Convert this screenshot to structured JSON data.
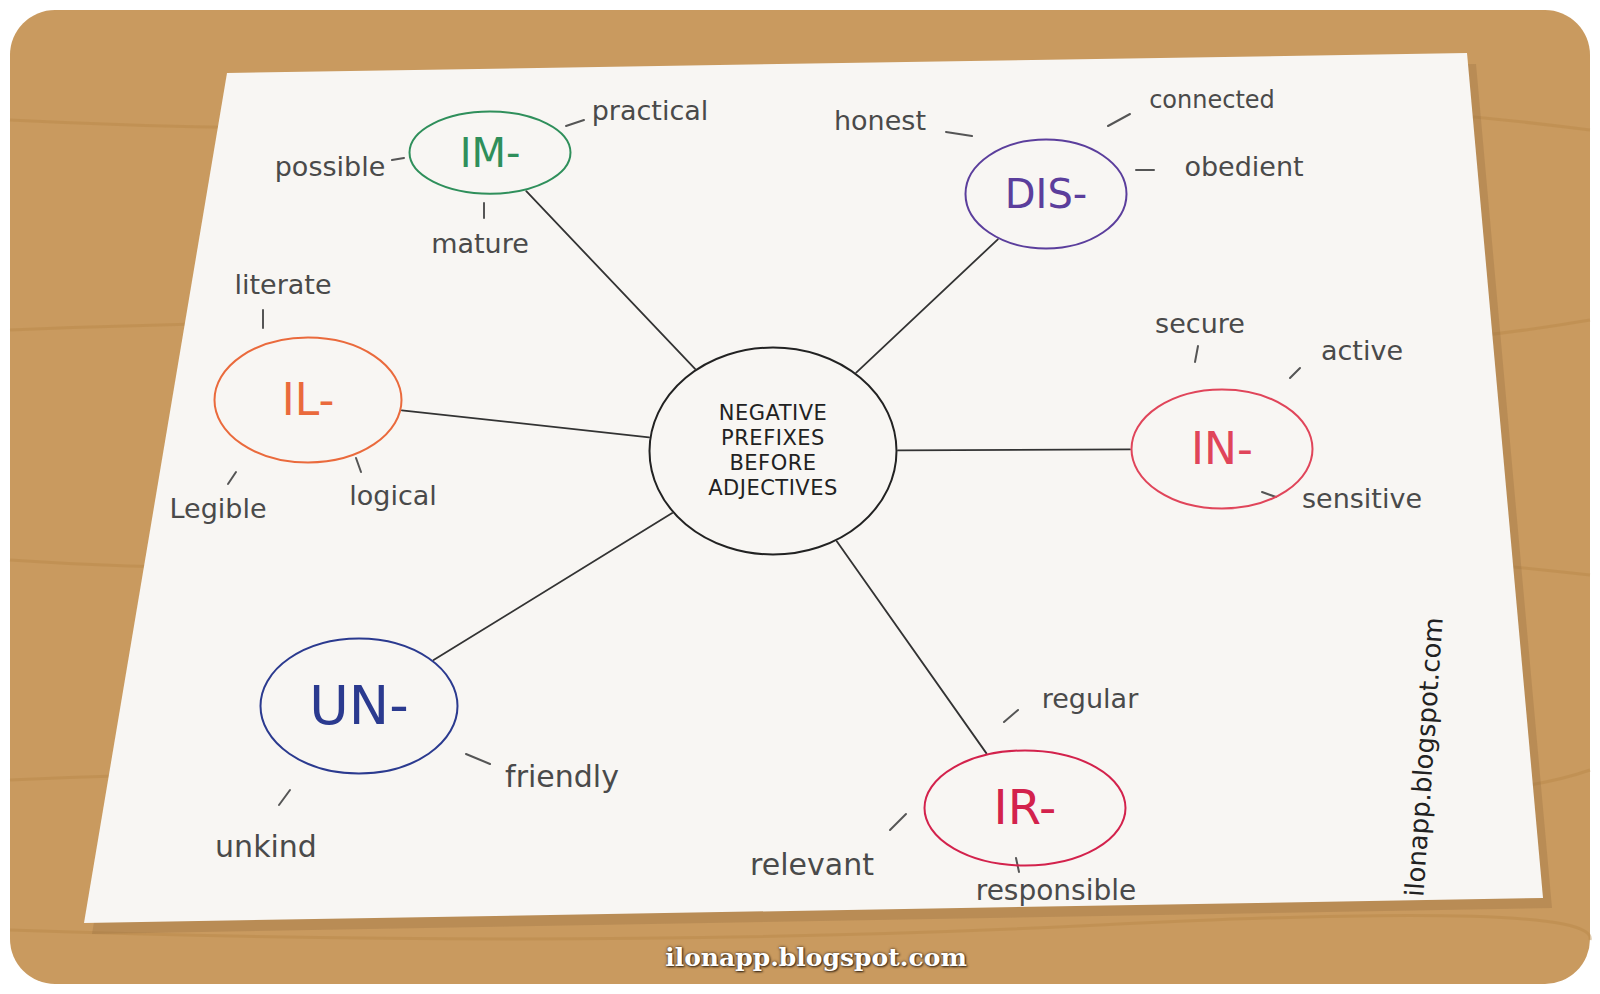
{
  "diagram": {
    "nodes": [
      {
        "text": [
          "IM-"
        ]
      },
      {
        "text": [
          "DIS-"
        ]
      },
      {
        "text": [
          "IL-"
        ]
      },
      {
        "text": [
          "NEGATIVE PREFIXES BEFORE ADJECTIVES"
        ]
      },
      {
        "text": [
          "IN-"
        ]
      },
      {
        "text": [
          "UN-"
        ]
      },
      {
        "text": [
          "IR-"
        ]
      }
    ],
    "edges": [
      {
        "from": 3,
        "to": 0,
        "arrow": "none"
      },
      {
        "from": 3,
        "to": 1,
        "arrow": "none"
      },
      {
        "from": 3,
        "to": 2,
        "arrow": "none"
      },
      {
        "from": 3,
        "to": 4,
        "arrow": "none"
      },
      {
        "from": 3,
        "to": 5,
        "arrow": "none"
      },
      {
        "from": 3,
        "to": 6,
        "arrow": "none"
      }
    ],
    "labels": [
      "possible",
      "practical",
      "mature",
      "honest",
      "connected",
      "obedient",
      "literate",
      "Legible",
      "logical",
      "secure",
      "active",
      "sensitive",
      "friendly",
      "unkind",
      "regular",
      "relevant",
      "responsible",
      "ilonapp.blogspot.com",
      "ilonapp.blogspot.com"
    ]
  }
}
